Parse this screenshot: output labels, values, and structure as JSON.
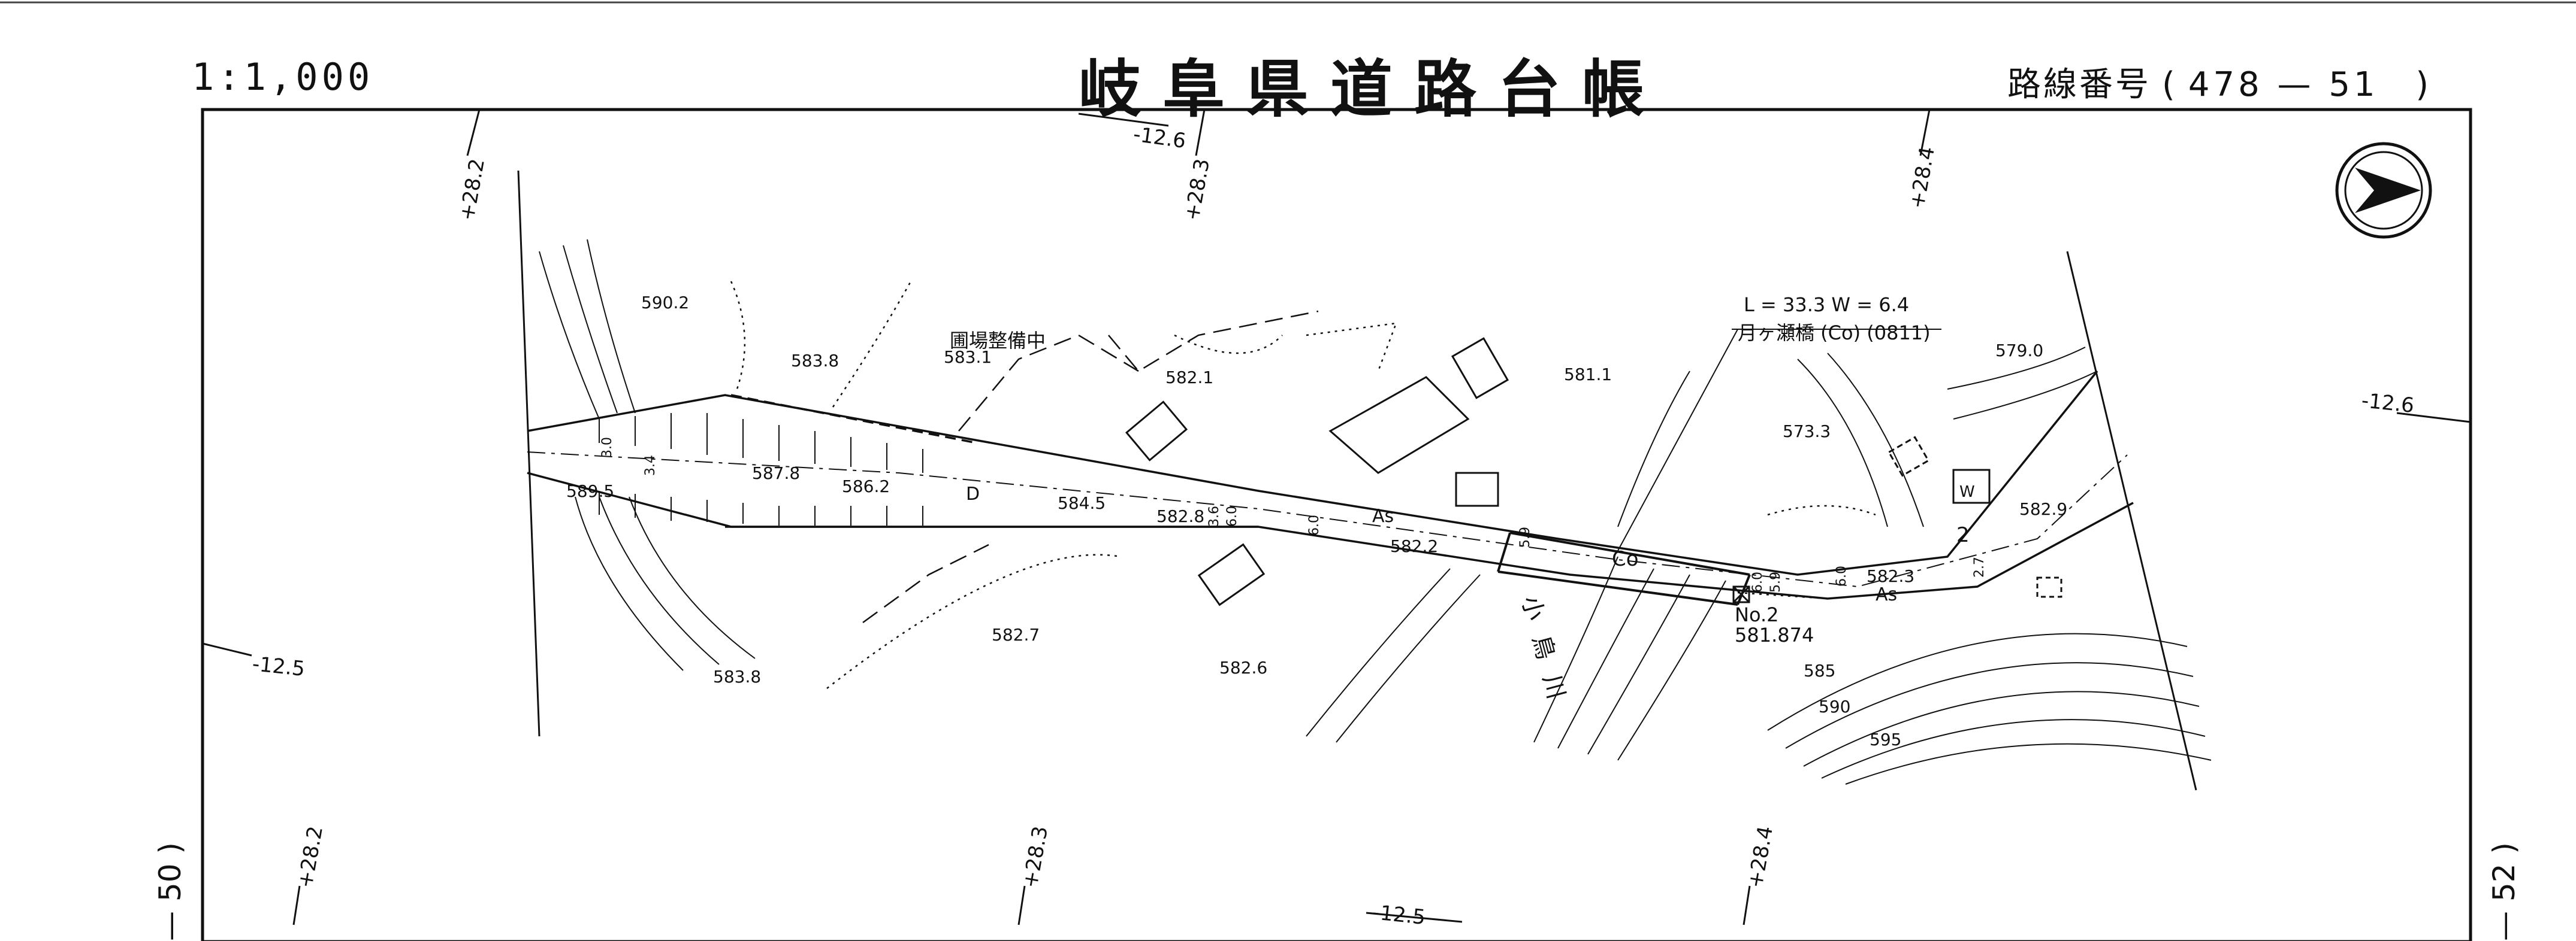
{
  "header": {
    "scale": "1:1,000",
    "title": "岐阜県道路台帳",
    "route_label": "路線番号",
    "route_number": "478 — 51"
  },
  "sheet_numbers": {
    "left": "— 50 )",
    "right": "— 52 )"
  },
  "grid_labels": {
    "x_top_1": "+28.2",
    "x_top_2": "+28.3",
    "x_top_3": "+28.4",
    "x_bottom_1": "+28.2",
    "x_bottom_2": "+28.3",
    "x_bottom_3": "+28.4",
    "y_top": "-12.6",
    "y_right": "-12.6",
    "y_left": "-12.5",
    "y_bottom": "-12.5"
  },
  "bridge": {
    "dimensions": "L = 33.3   W = 6.4",
    "name": "月ヶ瀬橋 (Co) (0811)"
  },
  "benchmark": {
    "id": "No.2",
    "elevation": "581.874"
  },
  "annotations": {
    "field_work": "圃場整備中",
    "river": "小鳥川",
    "pavement_as": "As",
    "pavement_co": "Co",
    "route_marker_d": "D",
    "route_marker_2": "2",
    "building_w": "W"
  },
  "elevations": [
    "590.2",
    "583.8",
    "583.1",
    "582.1",
    "581.1",
    "579.0",
    "573.3",
    "587.8",
    "586.2",
    "584.5",
    "582.8",
    "582.2",
    "582.3",
    "582.9",
    "589.5",
    "582.7",
    "583.8",
    "582.6",
    "585",
    "590",
    "595"
  ],
  "widths": [
    "3.0",
    "3.4",
    "3.6",
    "6.0",
    "6.0",
    "5.9",
    "6.0",
    "5.9",
    "2.7",
    "6.0"
  ],
  "north_arrow": "north-arrow-icon"
}
